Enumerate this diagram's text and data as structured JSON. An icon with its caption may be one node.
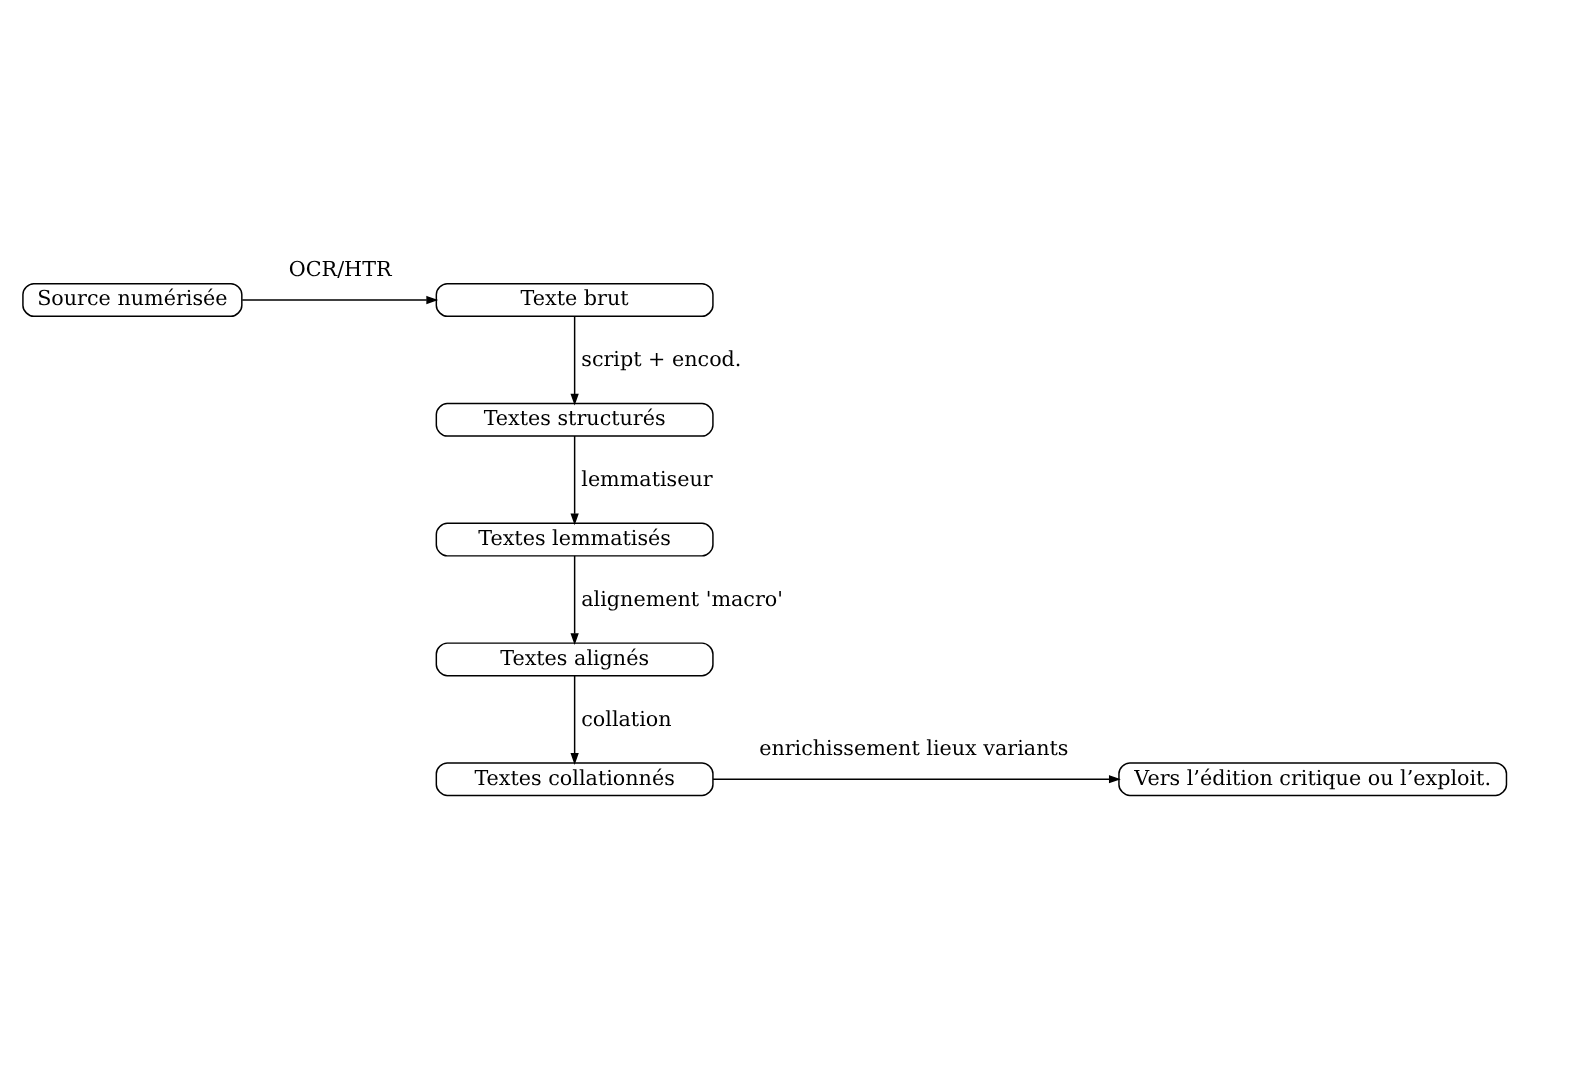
{
  "diagram": {
    "nodes": [
      {
        "text": [
          "Source numérisée"
        ]
      },
      {
        "text": [
          "Texte brut"
        ]
      },
      {
        "text": [
          "Textes structurés"
        ]
      },
      {
        "text": [
          "Textes lemmatisés"
        ]
      },
      {
        "text": [
          "Textes alignés"
        ]
      },
      {
        "text": [
          "Textes collationnés"
        ]
      },
      {
        "text": [
          "Vers l’édition critique ou l’exploit."
        ]
      }
    ],
    "edges": [
      {
        "from": 0,
        "to": 1,
        "arrow": "to",
        "label": "OCR/HTR"
      },
      {
        "from": 1,
        "to": 2,
        "arrow": "to",
        "label": "script + encod."
      },
      {
        "from": 2,
        "to": 3,
        "arrow": "to",
        "label": "lemmatiseur"
      },
      {
        "from": 3,
        "to": 4,
        "arrow": "to",
        "label": "alignement 'macro'"
      },
      {
        "from": 4,
        "to": 5,
        "arrow": "to",
        "label": "collation"
      },
      {
        "from": 5,
        "to": 6,
        "arrow": "to",
        "label": "enrichissement lieux variants"
      }
    ]
  }
}
